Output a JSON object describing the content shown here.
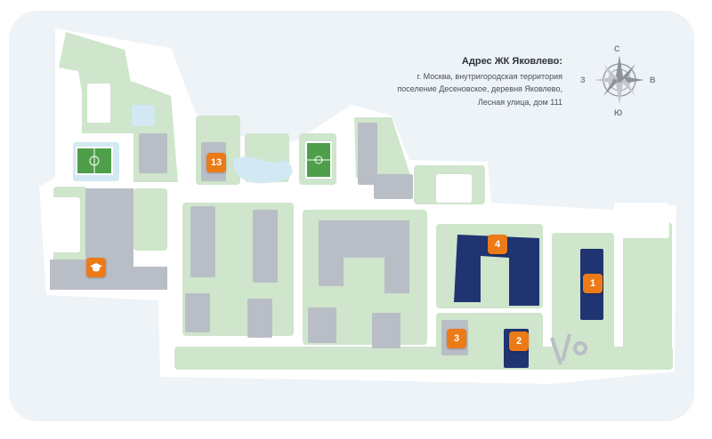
{
  "address": {
    "title": "Адрес ЖК Яковлево:",
    "line1": "г. Москва, внутригородская территория",
    "line2": "поселение Десеновское, деревня Яковлево,",
    "line3": "Лесная улица, дом 111"
  },
  "compass": {
    "north": "С",
    "south": "Ю",
    "west": "З",
    "east": "В"
  },
  "markers": [
    {
      "label": "13",
      "kind": "building-number"
    },
    {
      "label": "4",
      "kind": "building-number"
    },
    {
      "label": "1",
      "kind": "building-number"
    },
    {
      "label": "3",
      "kind": "building-number"
    },
    {
      "label": "2",
      "kind": "building-number"
    },
    {
      "label": "",
      "kind": "school-icon"
    }
  ],
  "colors": {
    "background": "#edf3f7",
    "ground": "#ffffff",
    "green": "#cfe5cc",
    "building": "#b9bec6",
    "highlight_building": "#1f3470",
    "marker": "#ec7a17",
    "field": "#4f9e4a",
    "water": "#d2e9f4"
  }
}
